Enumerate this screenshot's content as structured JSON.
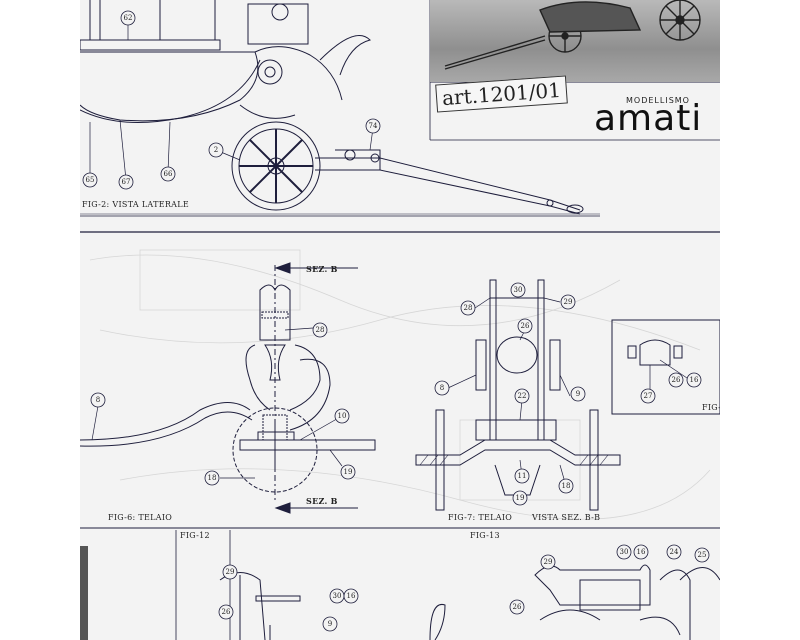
{
  "header": {
    "art_label": "art.1201/01",
    "brand_small": "MODELLISMO",
    "brand_name": "amati"
  },
  "figures": {
    "fig2_caption": "FIG-2: VISTA LATERALE",
    "fig6_caption": "FIG-6: TELAIO",
    "fig7_caption": "FIG-7: TELAIO",
    "fig7_subcaption": "VISTA SEZ. B-B",
    "fig12_caption": "FIG-12",
    "fig13_caption": "FIG-13",
    "fig_cut_caption": "FIG-",
    "section_label_top": "SEZ. B",
    "section_label_bottom": "SEZ. B"
  },
  "callouts": {
    "c62": "62",
    "c2": "2",
    "c74": "74",
    "c65": "65",
    "c67": "67",
    "c66": "66",
    "c28a": "28",
    "c8a": "8",
    "c10": "10",
    "c18a": "18",
    "c19a": "19",
    "c28b": "28",
    "c30a": "30",
    "c29a": "29",
    "c26a": "26",
    "c8b": "8",
    "c9": "9",
    "c22": "22",
    "c11": "11",
    "c19b": "19",
    "c18b": "18",
    "c26b": "26",
    "c16a": "16",
    "c27": "27",
    "c29b": "29",
    "c30b": "30",
    "c16b": "16",
    "c26c": "26",
    "c9b": "9",
    "c29c": "29",
    "c30c": "30",
    "c16c": "16",
    "c24": "24",
    "c25": "25",
    "c26d": "26"
  }
}
